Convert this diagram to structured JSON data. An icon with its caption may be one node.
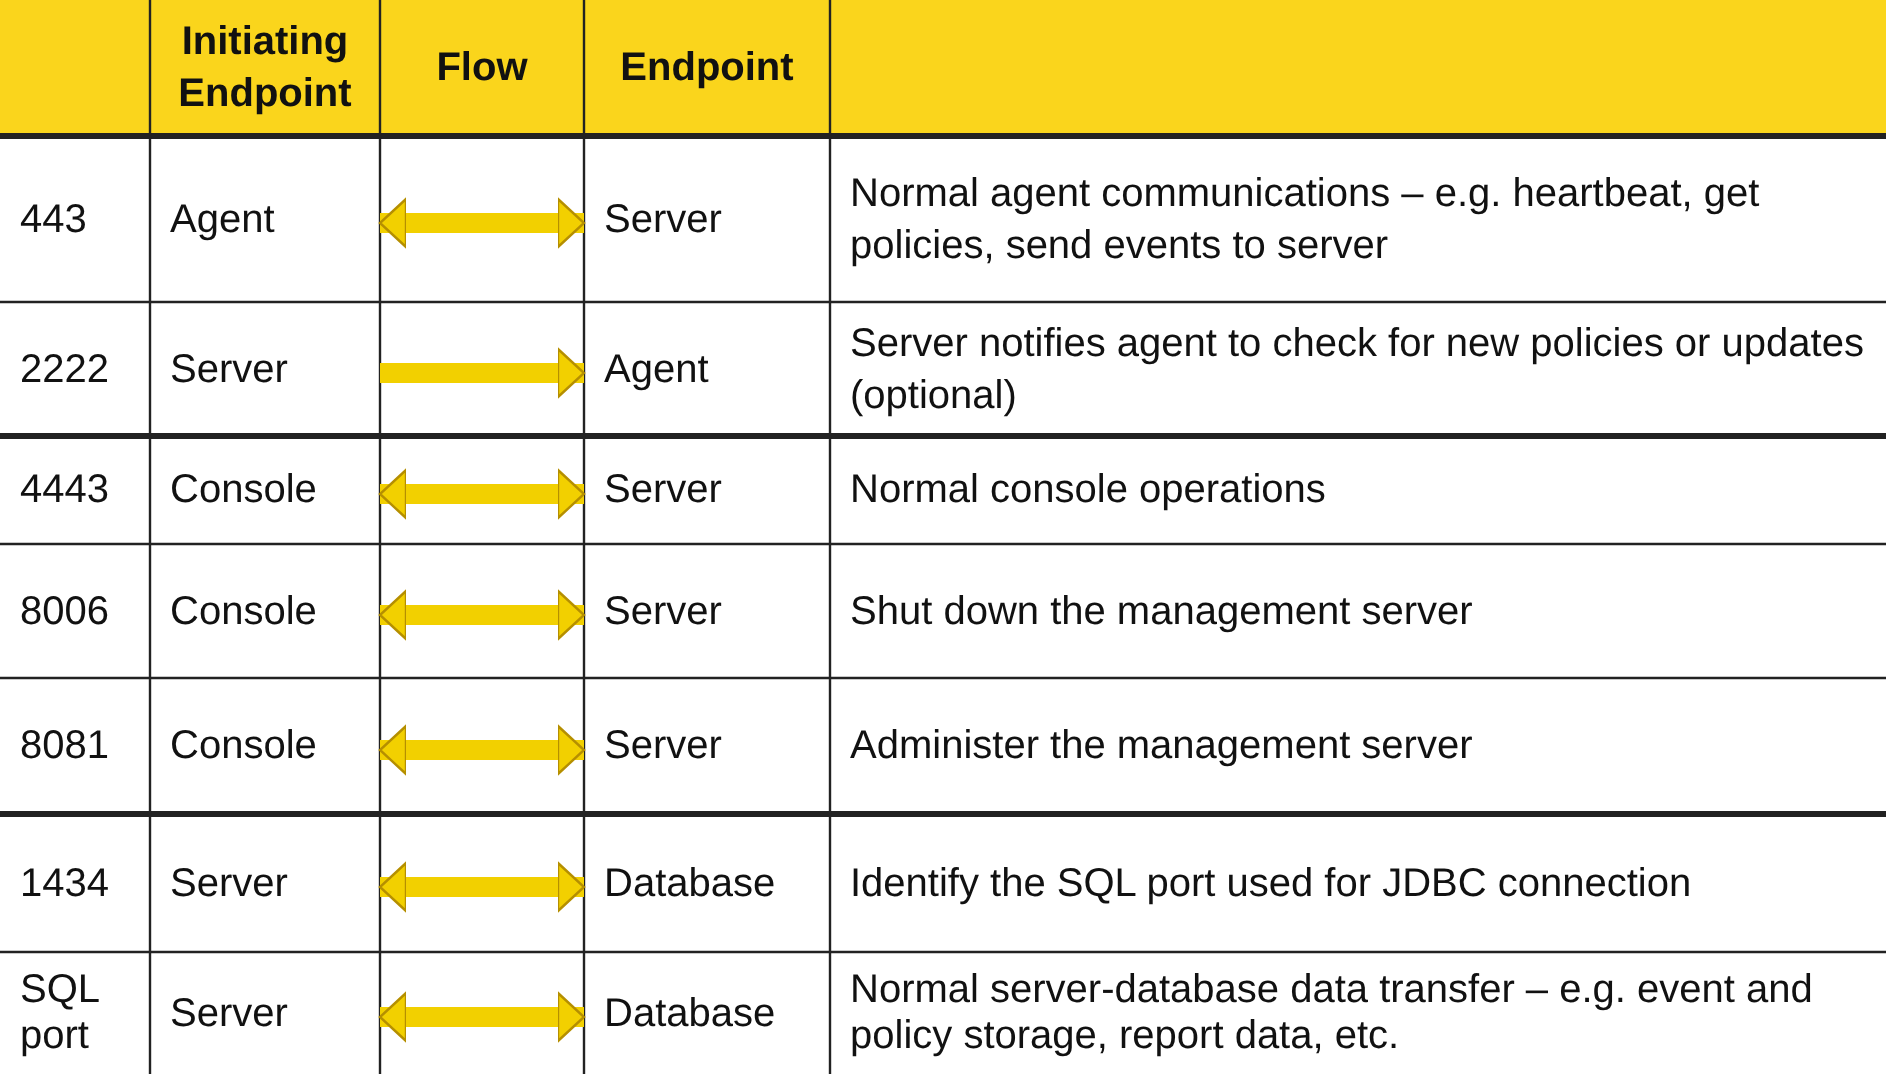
{
  "diagram": {
    "nodes": [
      {
        "text": [
          "Agent"
        ]
      },
      {
        "text": [
          "Server"
        ]
      },
      {
        "text": [
          "Server"
        ]
      },
      {
        "text": [
          "Agent"
        ]
      },
      {
        "text": [
          "Console"
        ]
      },
      {
        "text": [
          "Server"
        ]
      },
      {
        "text": [
          "Console"
        ]
      },
      {
        "text": [
          "Server"
        ]
      },
      {
        "text": [
          "Console"
        ]
      },
      {
        "text": [
          "Server"
        ]
      },
      {
        "text": [
          "Server"
        ]
      },
      {
        "text": [
          "Database"
        ]
      },
      {
        "text": [
          "Server"
        ]
      },
      {
        "text": [
          "Database"
        ]
      }
    ],
    "edges": [
      {
        "from": 0,
        "to": 1,
        "arrow": "both"
      },
      {
        "from": 2,
        "to": 3,
        "arrow": "to"
      },
      {
        "from": 4,
        "to": 5,
        "arrow": "both"
      },
      {
        "from": 6,
        "to": 7,
        "arrow": "both"
      },
      {
        "from": 8,
        "to": 9,
        "arrow": "both"
      },
      {
        "from": 10,
        "to": 11,
        "arrow": "both"
      },
      {
        "from": 12,
        "to": 13,
        "arrow": "both"
      }
    ],
    "labels": [
      "Initiating Endpoint",
      "Flow",
      "Endpoint",
      "443",
      "Normal agent communications – e.g. heartbeat, get policies, send events to server",
      "2222",
      "Server notifies agent to check for new policies or updates (optional)",
      "4443",
      "Normal console operations",
      "8006",
      "Shut down the management server",
      "8081",
      "Administer the management server",
      "1434",
      "Identify the SQL port used for JDBC connection",
      "SQL port",
      "Normal server-database data transfer – e.g. event and policy storage, report data, etc."
    ]
  }
}
